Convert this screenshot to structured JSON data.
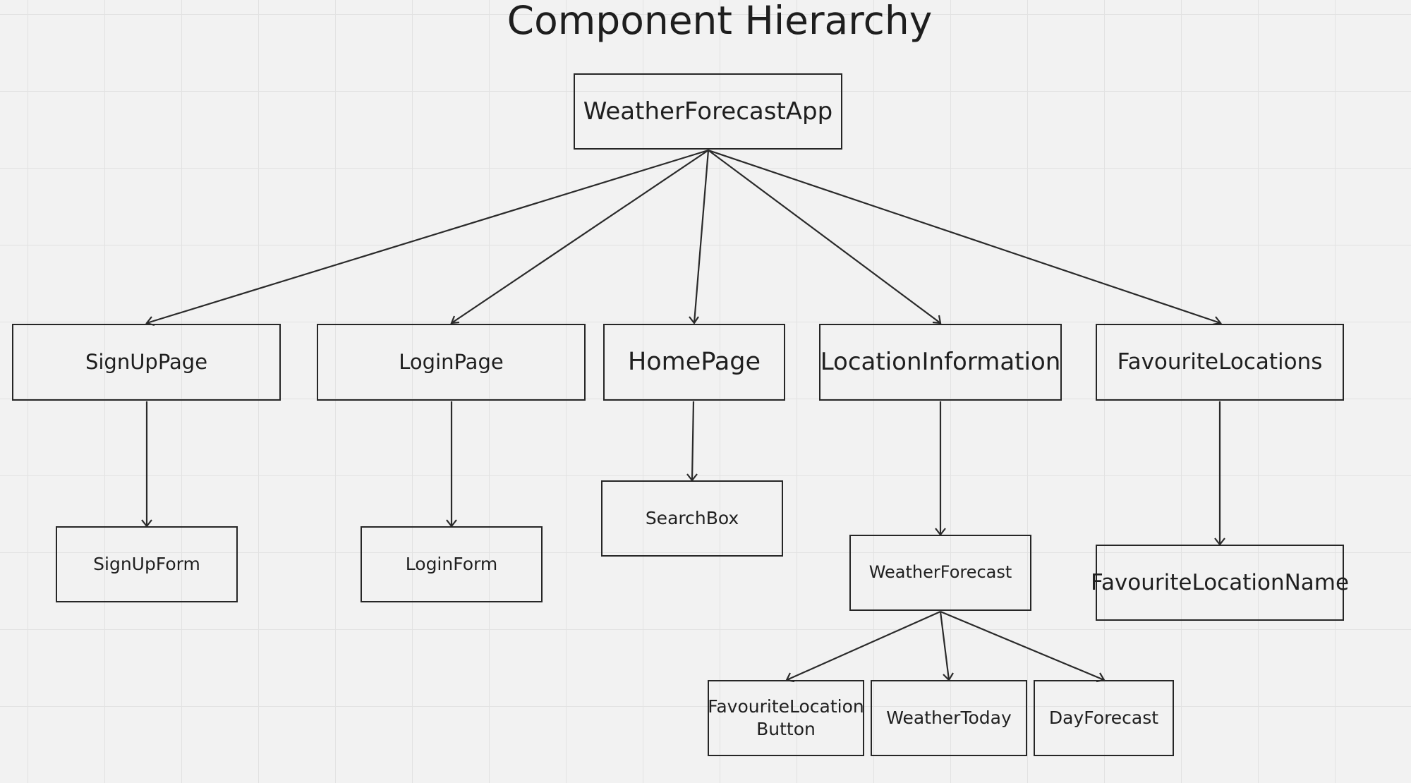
{
  "title": "Component Hierarchy",
  "nodes": {
    "weather_forecast_app": "WeatherForecastApp",
    "sign_up_page": "SignUpPage",
    "login_page": "LoginPage",
    "home_page": "HomePage",
    "location_information": "LocationInformation",
    "favourite_locations": "FavouriteLocations",
    "sign_up_form": "SignUpForm",
    "login_form": "LoginForm",
    "search_box": "SearchBox",
    "weather_forecast": "WeatherForecast",
    "favourite_location_name": "FavouriteLocationName",
    "favourite_location_button": "FavouriteLocation\nButton",
    "weather_today": "WeatherToday",
    "day_forecast": "DayForecast"
  },
  "edges": [
    {
      "from": "WeatherForecastApp",
      "to": "SignUpPage"
    },
    {
      "from": "WeatherForecastApp",
      "to": "LoginPage"
    },
    {
      "from": "WeatherForecastApp",
      "to": "HomePage"
    },
    {
      "from": "WeatherForecastApp",
      "to": "LocationInformation"
    },
    {
      "from": "WeatherForecastApp",
      "to": "FavouriteLocations"
    },
    {
      "from": "SignUpPage",
      "to": "SignUpForm"
    },
    {
      "from": "LoginPage",
      "to": "LoginForm"
    },
    {
      "from": "HomePage",
      "to": "SearchBox"
    },
    {
      "from": "LocationInformation",
      "to": "WeatherForecast"
    },
    {
      "from": "FavouriteLocations",
      "to": "FavouriteLocationName"
    },
    {
      "from": "WeatherForecast",
      "to": "FavouriteLocation\nButton"
    },
    {
      "from": "WeatherForecast",
      "to": "WeatherToday"
    },
    {
      "from": "WeatherForecast",
      "to": "DayForecast"
    }
  ],
  "colors": {
    "background": "#f2f2f2",
    "grid": "#e2e2e2",
    "stroke": "#262626",
    "text": "#1f1f1f"
  }
}
